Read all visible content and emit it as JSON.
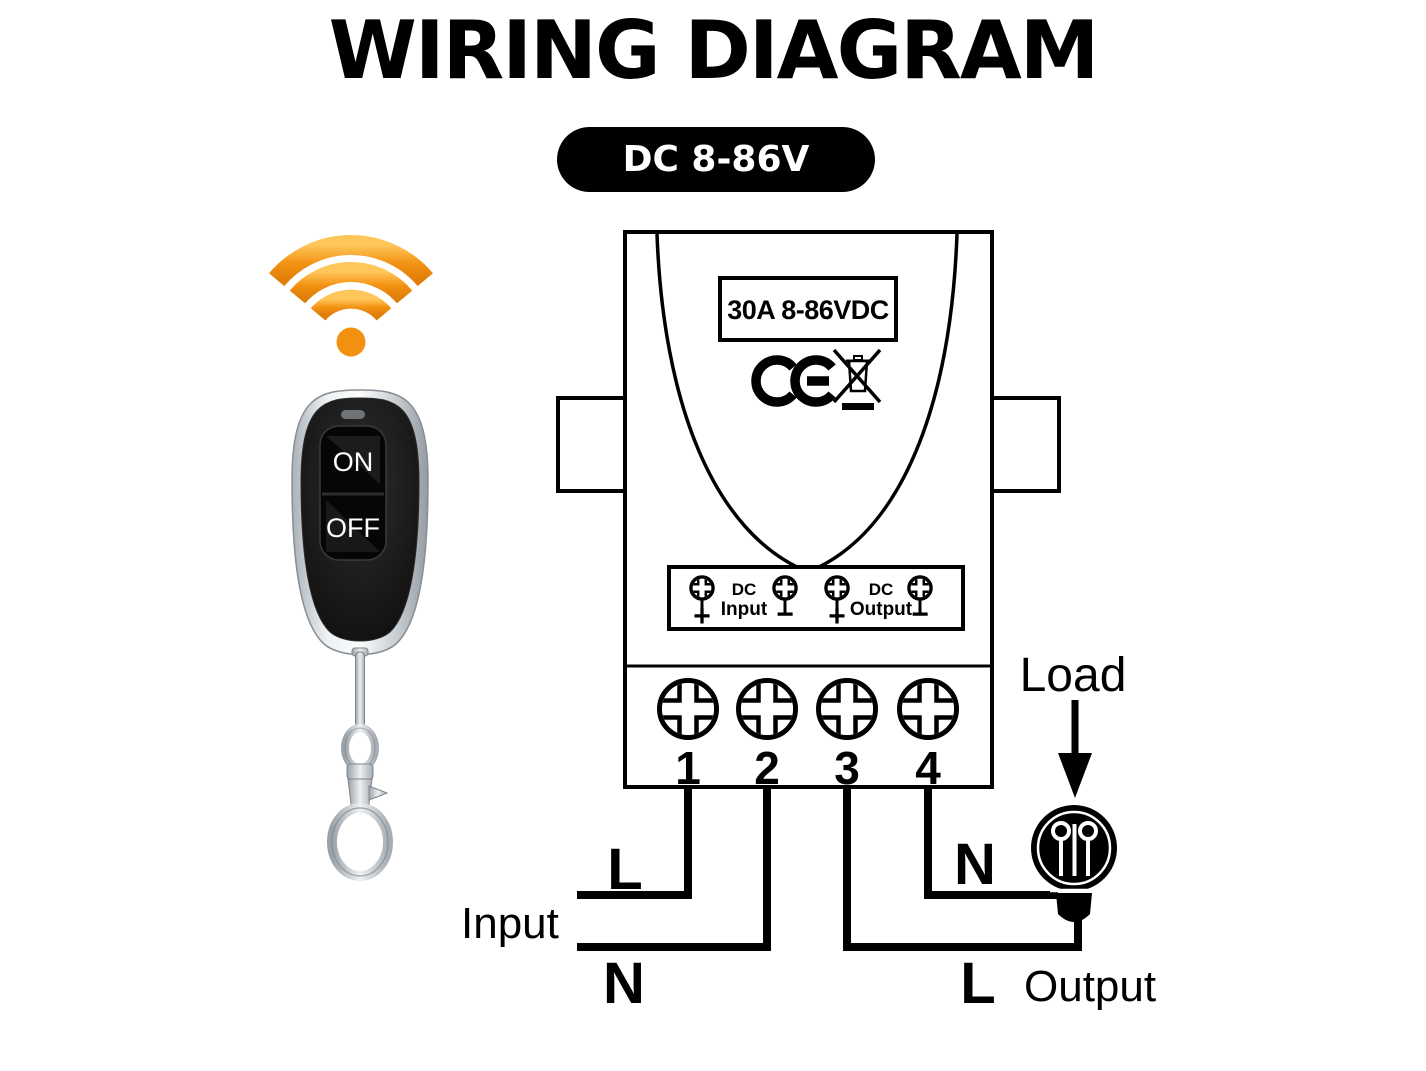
{
  "title": "WIRING DIAGRAM",
  "badge": "DC 8-86V",
  "remote": {
    "on_label": "ON",
    "off_label": "OFF"
  },
  "module": {
    "rating": "30A 8-86VDC",
    "ce_mark": "CE",
    "terminal_strip": {
      "input_group": {
        "line1": "DC",
        "line2": "Input",
        "positive": "+",
        "negative": "−"
      },
      "output_group": {
        "line1": "DC",
        "line2": "Output",
        "positive": "+",
        "negative": "−"
      }
    },
    "terminal_numbers": [
      "1",
      "2",
      "3",
      "4"
    ]
  },
  "wiring": {
    "input_label": "Input",
    "output_label": "Output",
    "load_label": "Load",
    "input_live": "L",
    "input_neutral": "N",
    "output_neutral": "N",
    "output_live": "L"
  },
  "icons": {
    "wifi": "wifi-signal-icon",
    "ce": "ce-certification-icon",
    "weee": "crossed-out-wheelie-bin-icon",
    "bulb": "light-bulb-icon",
    "screws": "phillips-screw-terminal-icon",
    "keychain": "keychain-clasp-icon"
  },
  "colors": {
    "wifi_orange": "#F29111",
    "diagram_black": "#000000",
    "badge_bg": "#000000"
  }
}
